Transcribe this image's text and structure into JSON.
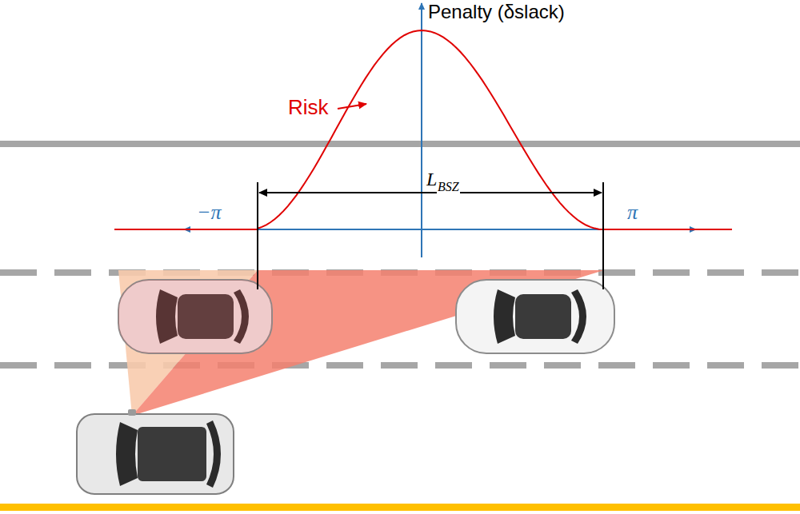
{
  "diagram": {
    "labels": [
      "Penalty (δslack)",
      "Risk",
      "L",
      "BSZ",
      "−π",
      "π"
    ]
  }
}
